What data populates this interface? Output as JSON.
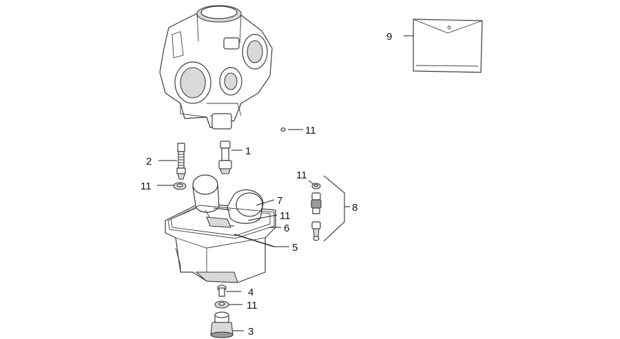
{
  "callouts": {
    "c9": "9",
    "c11_top": "11",
    "c1": "1",
    "c2": "2",
    "c11_left": "11",
    "c7": "7",
    "c11_mid": "11",
    "c6": "6",
    "c5": "5",
    "c11_kit": "11",
    "c8": "8",
    "c4": "4",
    "c11_bottom": "11",
    "c3": "3"
  },
  "colors": {
    "line": "#3a3a3a",
    "shade": "#d9d9d9",
    "background": "#ffffff"
  }
}
